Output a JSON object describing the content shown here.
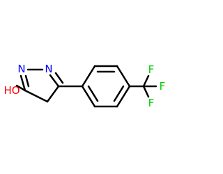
{
  "molecule": {
    "atoms": [
      {
        "id": "n1",
        "label": "N"
      },
      {
        "id": "n2",
        "label": "N"
      },
      {
        "id": "oh",
        "label": "HO"
      },
      {
        "id": "f1",
        "label": "F"
      },
      {
        "id": "f2",
        "label": "F"
      },
      {
        "id": "f3",
        "label": "F"
      }
    ],
    "colors": {
      "nitrogen": "#0000ff",
      "oxygen": "#ff0000",
      "fluorine": "#00cc00",
      "bond": "#000000"
    }
  }
}
